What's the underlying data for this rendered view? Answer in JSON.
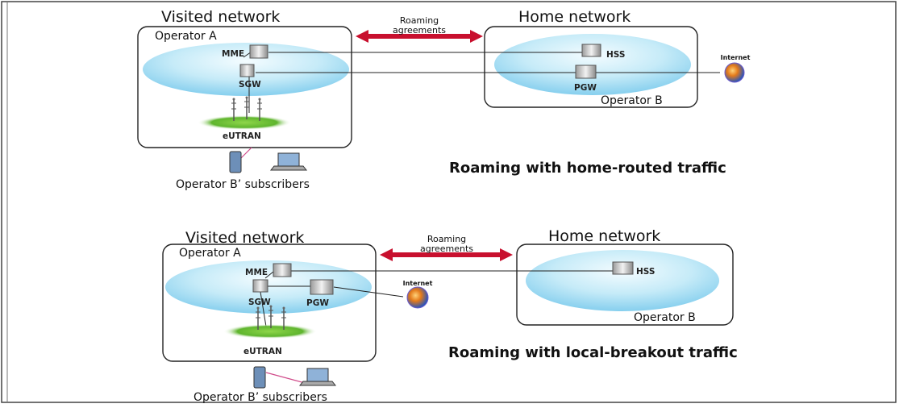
{
  "top": {
    "visited_title": "Visited network",
    "visited_operator": "Operator A",
    "home_title": "Home network",
    "home_operator": "Operator B",
    "agreement_line1": "Roaming",
    "agreement_line2": "agreements",
    "mme": "MME",
    "sgw": "SGW",
    "hss": "HSS",
    "pgw": "PGW",
    "internet": "Internet",
    "eutran": "eUTRAN",
    "subscribers": "Operator B’ subscribers",
    "caption": "Roaming with home-routed traffic"
  },
  "bottom": {
    "visited_title": "Visited network",
    "visited_operator": "Operator A",
    "home_title": "Home network",
    "home_operator": "Operator B",
    "agreement_line1": "Roaming",
    "agreement_line2": "agreements",
    "mme": "MME",
    "sgw": "SGW",
    "pgw": "PGW",
    "hss": "HSS",
    "internet": "Internet",
    "eutran": "eUTRAN",
    "subscribers": "Operator B’ subscribers",
    "caption": "Roaming with local-breakout traffic"
  },
  "colors": {
    "arrow": "#c8102e",
    "cloud_light": "#eaf8fd",
    "cloud_dark": "#8fd3ef",
    "grass": "#5fb52e"
  }
}
